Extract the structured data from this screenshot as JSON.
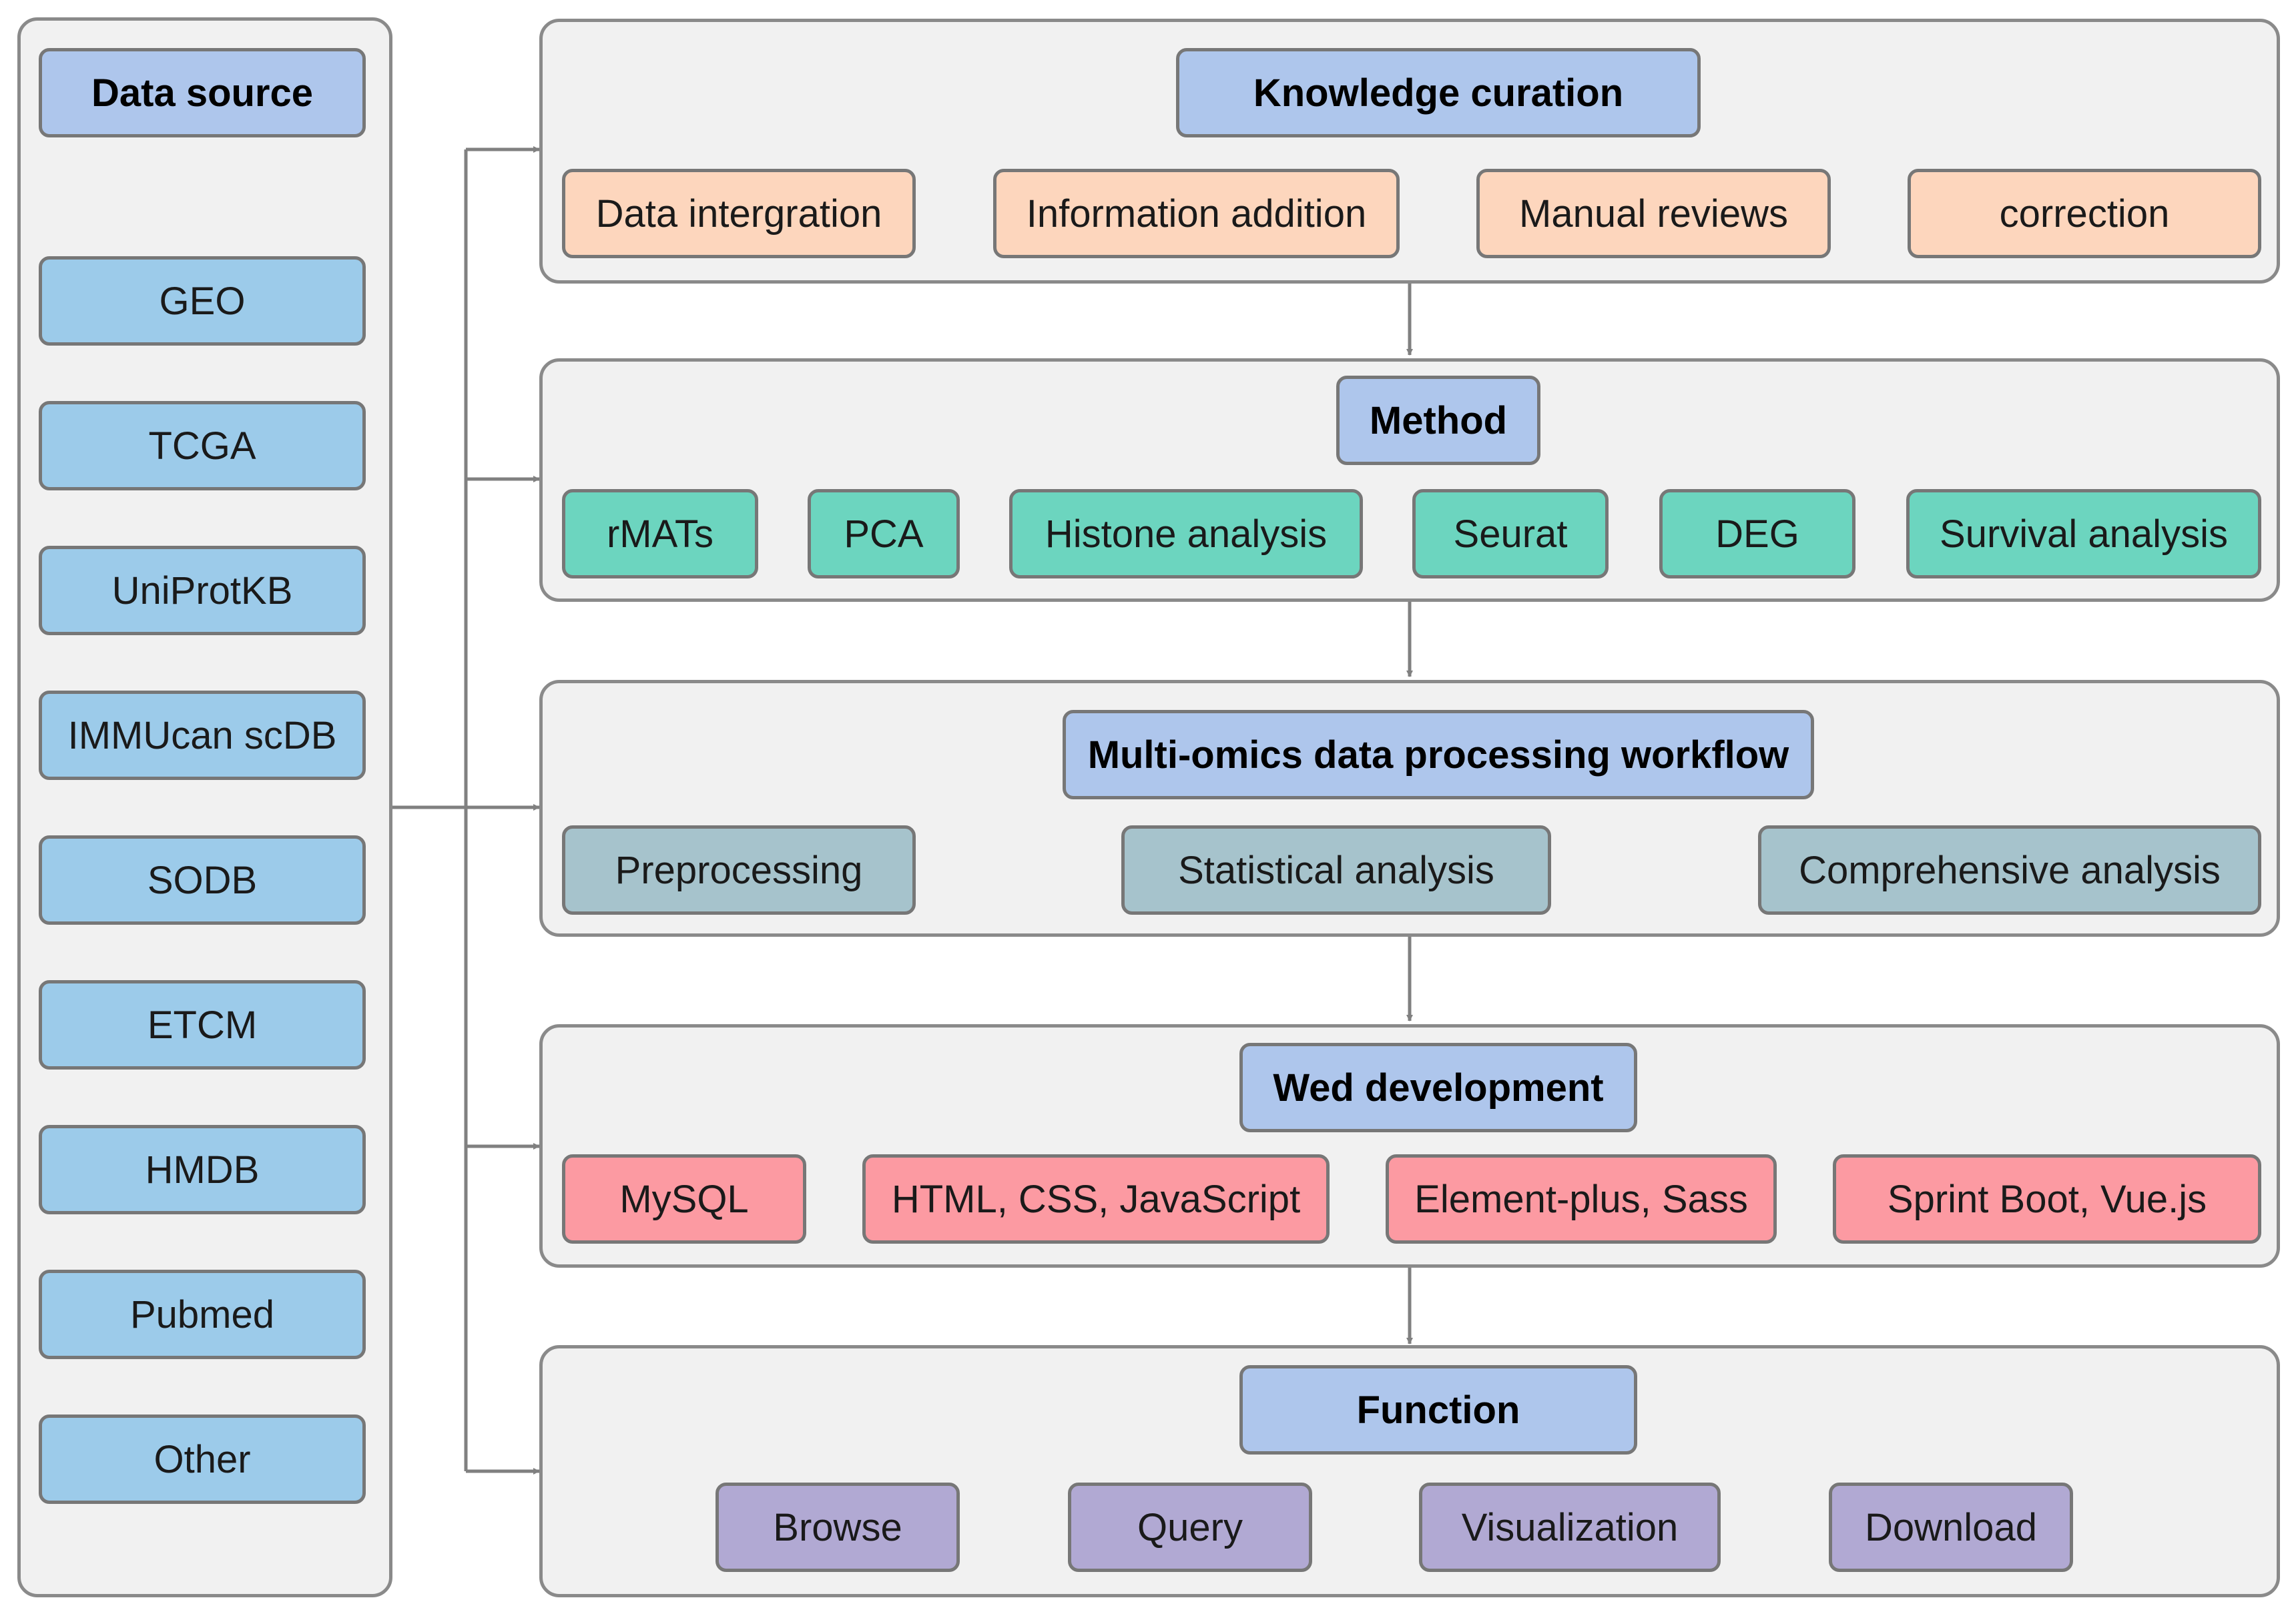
{
  "colors": {
    "title_fill": "#aec6ec",
    "source_fill": "#9ccbea",
    "curation_fill": "#fdd6bd",
    "method_fill": "#6cd5bf",
    "workflow_fill": "#a6c3cc",
    "web_fill": "#fc9aa2",
    "function_fill": "#b1a9d3",
    "panel_fill": "#f1f1f1",
    "border": "#777777",
    "arrow": "#808080"
  },
  "data_source": {
    "title": "Data source",
    "items": [
      "GEO",
      "TCGA",
      "UniProtKB",
      "IMMUcan scDB",
      "SODB",
      "ETCM",
      "HMDB",
      "Pubmed",
      "Other"
    ]
  },
  "knowledge_curation": {
    "title": "Knowledge curation",
    "steps": [
      "Data intergration",
      "Information addition",
      "Manual reviews",
      "correction"
    ]
  },
  "method": {
    "title": "Method",
    "items": [
      "rMATs",
      "PCA",
      "Histone analysis",
      "Seurat",
      "DEG",
      "Survival analysis"
    ]
  },
  "workflow": {
    "title": "Multi-omics data processing workflow",
    "steps": [
      "Preprocessing",
      "Statistical analysis",
      "Comprehensive analysis"
    ]
  },
  "web_development": {
    "title": "Wed development",
    "items": [
      "MySQL",
      "HTML, CSS, JavaScript",
      "Element-plus, Sass",
      "Sprint Boot, Vue.js"
    ]
  },
  "function": {
    "title": "Function",
    "items": [
      "Browse",
      "Query",
      "Visualization",
      "Download"
    ]
  }
}
